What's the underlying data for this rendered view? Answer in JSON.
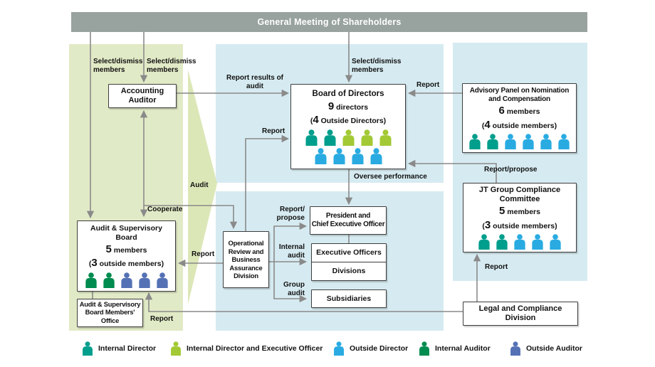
{
  "colors": {
    "internal_director": "#009E8C",
    "internal_director_executive": "#A3C935",
    "outside_director": "#29ABE2",
    "internal_auditor": "#008B4F",
    "outside_auditor": "#5571B5",
    "panel_green": "#E1EAC6",
    "panel_blue": "#D6EBF1",
    "header_gray": "#98A29E",
    "audit_arrow_green": "#DCE7B8",
    "line_gray": "#8A8A8A"
  },
  "header": {
    "title": "General Meeting of Shareholders"
  },
  "labels": {
    "select_dismiss": [
      "Select/dismiss",
      "members"
    ],
    "report_results_of_audit": [
      "Report results of",
      "audit"
    ],
    "report": "Report",
    "cooperate": "Cooperate",
    "audit": "Audit",
    "oversee_performance": "Oversee performance",
    "report_propose": "Report/propose",
    "report_propose_lines": [
      "Report/",
      "propose"
    ],
    "internal_audit": [
      "Internal",
      "audit"
    ],
    "group_audit": [
      "Group",
      "audit"
    ]
  },
  "boxes": {
    "accounting_auditor": {
      "title_lines": [
        "Accounting",
        "Auditor"
      ]
    },
    "board_of_directors": {
      "title": "Board of Directors",
      "count_num": "9",
      "count_rest": " directors",
      "sub_open": "(",
      "sub_num": "4",
      "sub_rest": " Outside Directors)",
      "icon_rows": [
        [
          "internal_director",
          "internal_director",
          "internal_director_executive",
          "internal_director_executive",
          "internal_director_executive"
        ],
        [
          "outside_director",
          "outside_director",
          "outside_director",
          "outside_director"
        ]
      ]
    },
    "advisory_panel": {
      "title_lines": [
        "Advisory Panel on Nomination",
        "and Compensation"
      ],
      "count_num": "6",
      "count_rest": " members",
      "sub_open": "(",
      "sub_num": "4",
      "sub_rest": " outside members)",
      "icon_rows": [
        [
          "internal_director",
          "internal_director",
          "outside_director",
          "outside_director",
          "outside_director",
          "outside_director"
        ]
      ]
    },
    "compliance_committee": {
      "title_lines": [
        "JT Group Compliance",
        "Committee"
      ],
      "count_num": "5",
      "count_rest": " members",
      "sub_open": "(",
      "sub_num": "3",
      "sub_rest": " outside members)",
      "icon_rows": [
        [
          "internal_director",
          "internal_director",
          "outside_director",
          "outside_director",
          "outside_director"
        ]
      ]
    },
    "audit_supervisory_board": {
      "title_lines": [
        "Audit & Supervisory",
        "Board"
      ],
      "count_num": "5",
      "count_rest": " members",
      "sub_open": "(",
      "sub_num": "3",
      "sub_rest": " outside members)",
      "icon_rows": [
        [
          "internal_auditor",
          "internal_auditor",
          "outside_auditor",
          "outside_auditor",
          "outside_auditor"
        ]
      ]
    },
    "asb_office": {
      "title_lines": [
        "Audit & Supervisory",
        "Board Members'",
        "Office"
      ]
    },
    "orbad": {
      "title_lines": [
        "Operational",
        "Review and",
        "Business",
        "Assurance",
        "Division"
      ]
    },
    "president": {
      "title_lines": [
        "President and",
        "Chief Executive Officer"
      ]
    },
    "executive_officers": {
      "title": "Executive Officers"
    },
    "divisions": {
      "title": "Divisions"
    },
    "subsidiaries": {
      "title": "Subsidiaries"
    },
    "legal_compliance": {
      "title_lines": [
        "Legal and Compliance",
        "Division"
      ]
    }
  },
  "legend": {
    "items": [
      {
        "label": "Internal Director",
        "color_key": "internal_director"
      },
      {
        "label": "Internal Director and Executive Officer",
        "color_key": "internal_director_executive"
      },
      {
        "label": "Outside Director",
        "color_key": "outside_director"
      },
      {
        "label": "Internal Auditor",
        "color_key": "internal_auditor"
      },
      {
        "label": "Outside Auditor",
        "color_key": "outside_auditor"
      }
    ]
  }
}
